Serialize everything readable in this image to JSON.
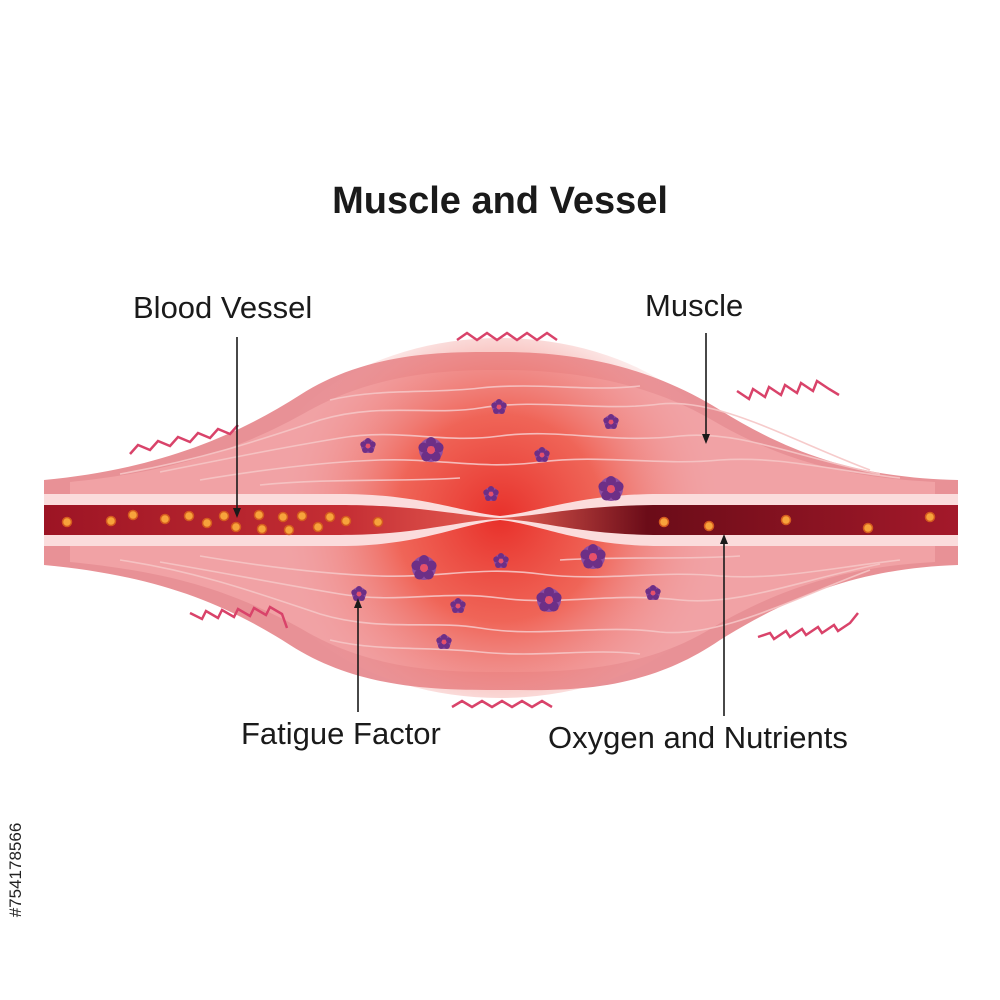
{
  "title": "Muscle and Vessel",
  "labels": {
    "blood_vessel": "Blood Vessel",
    "muscle": "Muscle",
    "fatigue_factor": "Fatigue Factor",
    "oxygen_nutrients": "Oxygen and Nutrients"
  },
  "stock_id": "#754178566",
  "colors": {
    "muscle_outer": "#e89196",
    "muscle_inner": "#f2a9ab",
    "inflammation": "#e8302a",
    "vessel_dark": "#7f0d1b",
    "vessel_wall": "#fbdcdc",
    "fatigue_factor": "#7a3f93",
    "nutrient": "#f7a33b",
    "tension_zigzag": "#d9436a"
  }
}
